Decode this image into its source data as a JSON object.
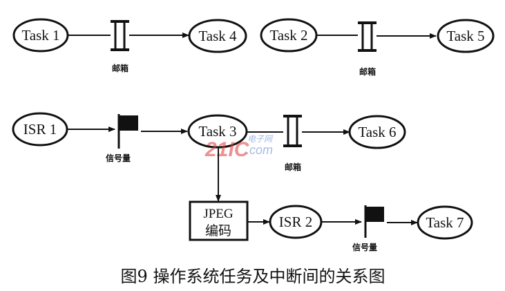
{
  "nodes": {
    "task1": "Task 1",
    "task2": "Task 2",
    "task3": "Task 3",
    "task4": "Task 4",
    "task5": "Task 5",
    "task6": "Task 6",
    "task7": "Task 7",
    "isr1": "ISR 1",
    "isr2": "ISR 2"
  },
  "mailbox_label": "邮箱",
  "semaphore_label": "信号量",
  "jpeg_box": {
    "line1": "JPEG",
    "line2": "编码"
  },
  "watermark": {
    "main": "21IC",
    "top": "电子网",
    "bottom": ".com"
  },
  "caption": "图9  操作系统任务及中断间的关系图",
  "colors": {
    "stroke": "#111111",
    "watermark_red": "#e03a3a",
    "watermark_blue": "#6a8fd8"
  }
}
